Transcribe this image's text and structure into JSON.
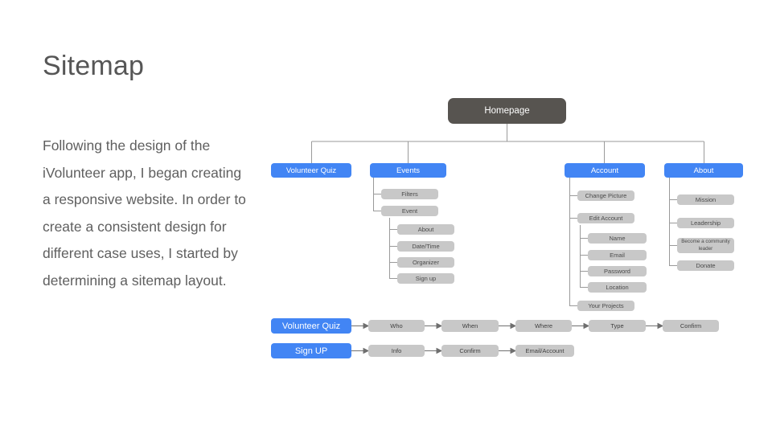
{
  "slide": {
    "title": "Sitemap",
    "body": "Following the design of the iVolunteer app, I began creating a responsive website. In order to create a consistent design for different case uses, I started by determining a sitemap layout.",
    "background": "#ffffff",
    "title_color": "#565656",
    "body_color": "#5f5f5f"
  },
  "colors": {
    "accent_blue": "#4285f4",
    "root_gray": "#575450",
    "node_gray": "#c8c8c8",
    "connector": "#9a9a9a"
  },
  "sitemap": {
    "root": {
      "label": "Homepage"
    },
    "branches": [
      {
        "label": "Volunteer Quiz",
        "children": []
      },
      {
        "label": "Events",
        "children": [
          {
            "label": "Filters",
            "children": []
          },
          {
            "label": "Event",
            "children": [
              {
                "label": "About"
              },
              {
                "label": "Date/Time"
              },
              {
                "label": "Organizer"
              },
              {
                "label": "Sign up"
              }
            ]
          }
        ]
      },
      {
        "label": "Account",
        "children": [
          {
            "label": "Change Picture",
            "children": []
          },
          {
            "label": "Edit Account",
            "children": [
              {
                "label": "Name"
              },
              {
                "label": "Email"
              },
              {
                "label": "Password"
              },
              {
                "label": "Location"
              }
            ]
          },
          {
            "label": "Your Projects",
            "children": []
          }
        ]
      },
      {
        "label": "About",
        "children": [
          {
            "label": "Mission"
          },
          {
            "label": "Leadership"
          },
          {
            "label": "Become a community leader"
          },
          {
            "label": "Donate"
          }
        ]
      }
    ]
  },
  "flows": [
    {
      "start": "Volunteer Quiz",
      "steps": [
        "Who",
        "When",
        "Where",
        "Type",
        "Confirm"
      ]
    },
    {
      "start": "Sign UP",
      "steps": [
        "Info",
        "Confirm",
        "Email/Account"
      ]
    }
  ]
}
